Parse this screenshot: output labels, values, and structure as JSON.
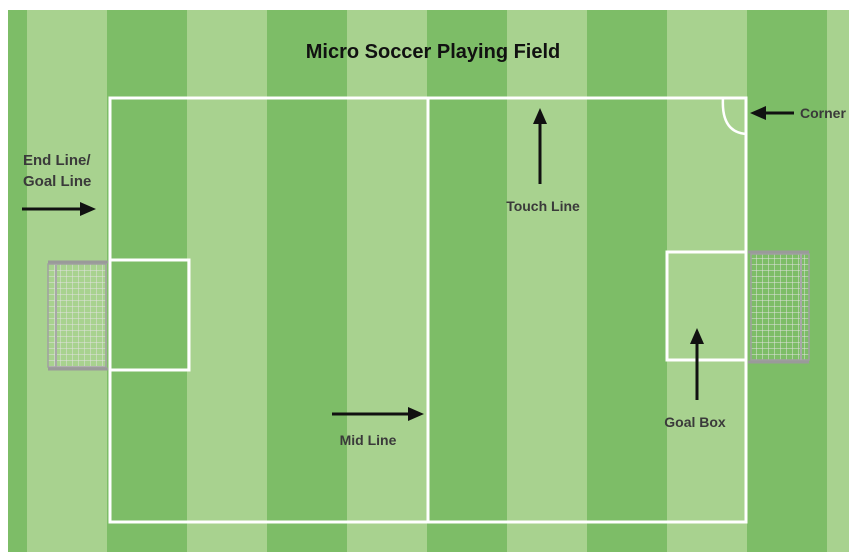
{
  "title": "Micro Soccer Playing Field",
  "labels": {
    "end_line": "End Line/",
    "goal_line": "Goal Line",
    "touch_line": "Touch Line",
    "corner": "Corner",
    "mid_line": "Mid Line",
    "goal_box": "Goal Box"
  },
  "colors": {
    "stripe_dark": "#7dbd67",
    "stripe_light": "#a8d28f",
    "lines": "#ffffff",
    "arrow": "#111111",
    "label_text": "#3a3a3a",
    "goal_frame": "#9a9a9a",
    "goal_net": "#d4d4d4"
  }
}
